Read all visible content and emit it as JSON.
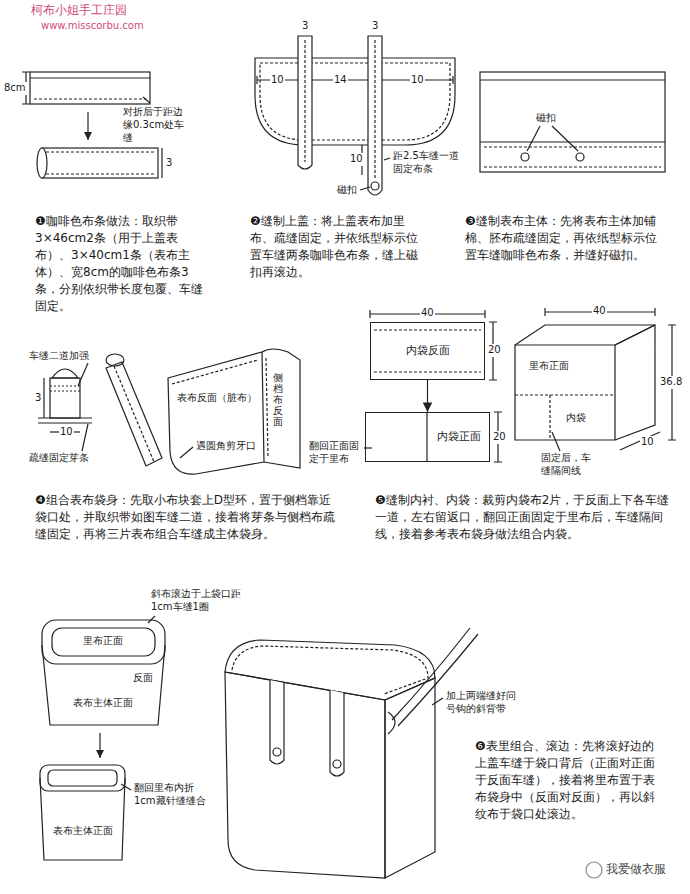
{
  "diagram": {
    "nodes": [
      {
        "text": [
          "内袋反面"
        ]
      },
      {
        "text": [
          "内袋正面"
        ]
      }
    ],
    "edges": [
      {
        "from": 0,
        "to": 1,
        "arrow": "to"
      }
    ],
    "labels": [
      "柯布小姐手工庄园",
      "www.misscorbu.com",
      "8cm",
      "对折后于距边缘0.3cm处车缝",
      "3",
      "❶咖啡色布条做法：取织带3×46cm2条（用于上盖表布）、3×40cm1条（表布主体）、宽8cm的咖啡色布条3条，分别依织带长度包覆、车缝固定。",
      "3",
      "3",
      "10",
      "14",
      "10",
      "距2.5车缝一道固定布条",
      "10",
      "磁扣",
      "❷缝制上盖：将上盖表布加里布、疏缝固定，并依纸型标示位置车缝两条咖啡色布条，缝上磁扣再滚边。",
      "磁扣",
      "❸缝制表布主体：先将表布主体加铺棉、胚布疏缝固定，再依纸型标示位置车缝咖啡色布条，并缝好磁扣。",
      "车缝二道加强",
      "3",
      "10",
      "疏缝固定芽条",
      "表布反面（脏布）",
      "侧档布反面",
      "遇圆角剪牙口",
      "❹组合表布袋身：先取小布块套上D型环，置于侧档靠近袋口处，并取织带如图车缝二道，接着将芽条与侧档布疏缝固定，再将三片表布组合车缝成主体袋身。",
      "40",
      "20",
      "20",
      "翻回正面固定于里布",
      "40",
      "里布正面",
      "内袋",
      "36.8",
      "10",
      "固定后，车缝隔间线",
      "❺缝制内衬、内袋：裁剪内袋布2片，于反面上下各车缝一道，左右留返口，翻回正面固定于里布后，车缝隔间线，接着参考表布袋身做法组合内袋。",
      "斜布滚边于上袋口距1cm车缝1圈",
      "里布正面",
      "反面",
      "表布主体正面",
      "翻回里布内折1cm藏针缝缝合",
      "表布主体正面",
      "加上两端缝好问号钩的斜背带",
      "❻表里组合、滚边：先将滚好边的上盖车缝于袋口背后（正面对正面于反面车缝），接着将里布置于表布袋身中（反面对反面），再以斜纹布于袋口处滚边。",
      "我爱做衣服"
    ]
  }
}
